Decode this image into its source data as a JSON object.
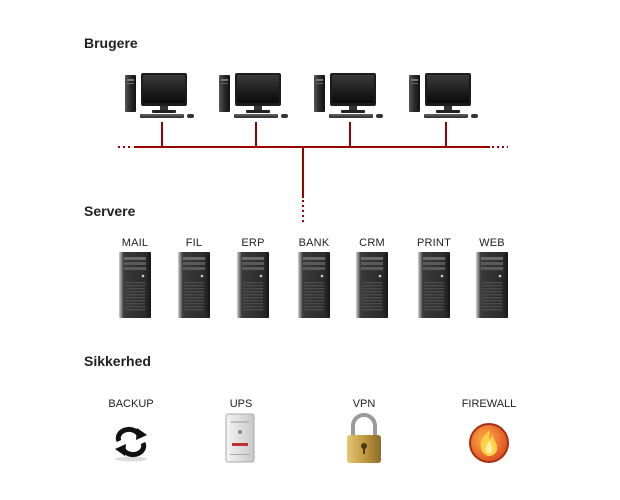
{
  "sections": {
    "users": "Brugere",
    "servers": "Servere",
    "security": "Sikkerhed"
  },
  "clients": [
    {
      "icon": "desktop-computer-icon"
    },
    {
      "icon": "desktop-computer-icon"
    },
    {
      "icon": "desktop-computer-icon"
    },
    {
      "icon": "desktop-computer-icon"
    }
  ],
  "servers": [
    "MAIL",
    "FIL",
    "ERP",
    "BANK",
    "CRM",
    "PRINT",
    "WEB"
  ],
  "security_items": [
    {
      "label": "BACKUP",
      "icon": "backup-cycle-icon"
    },
    {
      "label": "UPS",
      "icon": "ups-unit-icon"
    },
    {
      "label": "VPN",
      "icon": "padlock-icon"
    },
    {
      "label": "FIREWALL",
      "icon": "firewall-flame-icon"
    }
  ],
  "colors": {
    "network_line": "#990000",
    "tower_dark": "#2a2a2a",
    "monitor_frame": "#1c1c1c"
  }
}
